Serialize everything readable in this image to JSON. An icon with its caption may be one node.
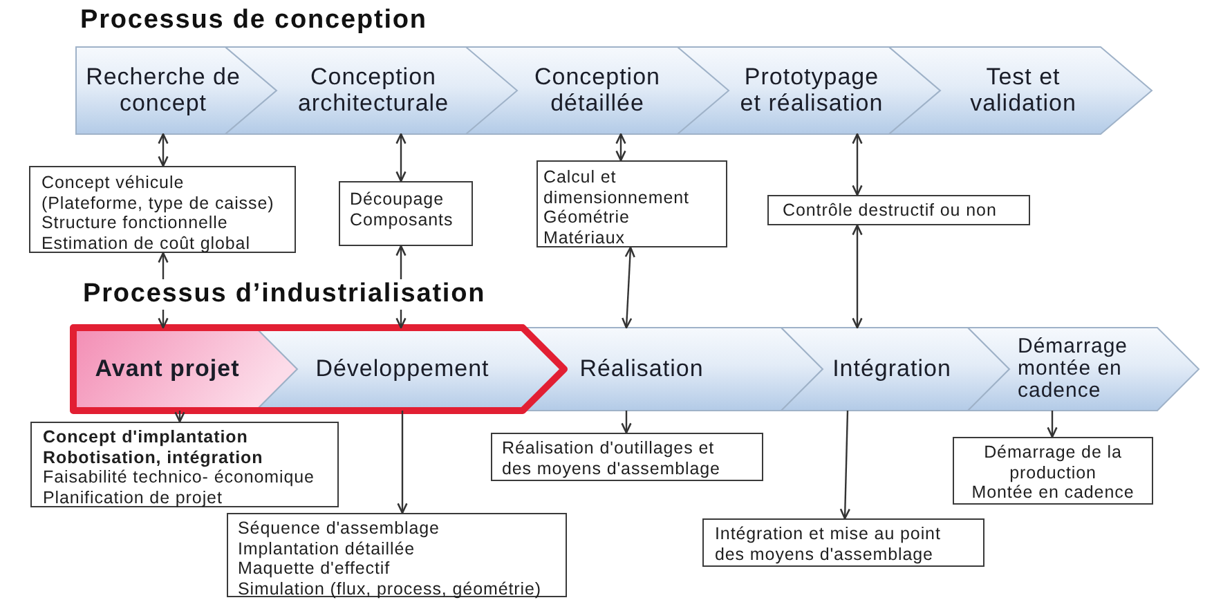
{
  "diagram": {
    "nodes": [
      {
        "text": [
          "Recherche de concept"
        ]
      },
      {
        "text": [
          "Conception architecturale"
        ]
      },
      {
        "text": [
          "Conception détaillée"
        ]
      },
      {
        "text": [
          "Prototypage et réalisation"
        ]
      },
      {
        "text": [
          "Test et validation"
        ]
      },
      {
        "text": [
          "Concept véhicule (Plateforme, type de caisse)",
          "Structure fonctionnelle",
          "Estimation de coût global"
        ]
      },
      {
        "text": [
          "Découpage",
          "Composants"
        ]
      },
      {
        "text": [
          "Calcul et dimensionnement",
          "Géométrie",
          "Matériaux"
        ]
      },
      {
        "text": [
          "Contrôle destructif ou non"
        ]
      },
      {
        "text": [
          "Avant projet"
        ]
      },
      {
        "text": [
          "Développement"
        ]
      },
      {
        "text": [
          "Réalisation"
        ]
      },
      {
        "text": [
          "Intégration"
        ]
      },
      {
        "text": [
          "Démarrage montée en cadence"
        ]
      },
      {
        "text": [
          "Concept d'implantation",
          "Robotisation, intégration",
          "Faisabilité technico- économique",
          "Planification de projet"
        ]
      },
      {
        "text": [
          "Séquence d'assemblage",
          "Implantation détaillée",
          "Maquette d'effectif",
          "Simulation (flux, process, géométrie)"
        ]
      },
      {
        "text": [
          "Réalisation d'outillages et des moyens d'assemblage"
        ]
      },
      {
        "text": [
          "Intégration et mise au point des moyens d'assemblage"
        ]
      },
      {
        "text": [
          "Démarrage de la production",
          "Montée en cadence"
        ]
      }
    ],
    "edges": [
      {
        "from": 0,
        "to": 5,
        "arrow": "both"
      },
      {
        "from": 1,
        "to": 6,
        "arrow": "both"
      },
      {
        "from": 2,
        "to": 7,
        "arrow": "both"
      },
      {
        "from": 3,
        "to": 8,
        "arrow": "both"
      },
      {
        "from": 5,
        "to": 9,
        "arrow": "both"
      },
      {
        "from": 6,
        "to": 10,
        "arrow": "both"
      },
      {
        "from": 7,
        "to": 11,
        "arrow": "both"
      },
      {
        "from": 8,
        "to": 12,
        "arrow": "both"
      },
      {
        "from": 9,
        "to": 14,
        "arrow": "to"
      },
      {
        "from": 10,
        "to": 15,
        "arrow": "to"
      },
      {
        "from": 11,
        "to": 16,
        "arrow": "to"
      },
      {
        "from": 12,
        "to": 17,
        "arrow": "to"
      },
      {
        "from": 13,
        "to": 18,
        "arrow": "to"
      }
    ],
    "labels": [
      "Processus de conception",
      "Processus d’industrialisation"
    ]
  }
}
